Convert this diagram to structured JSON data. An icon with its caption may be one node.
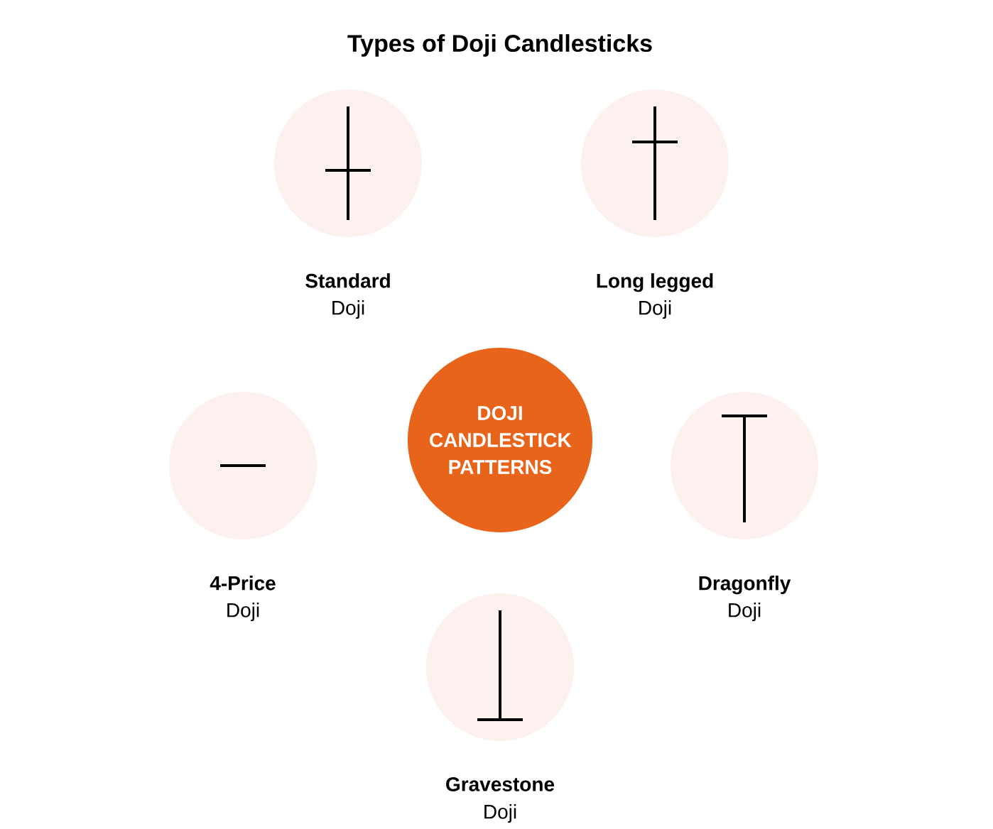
{
  "diagram": {
    "title": "Types of Doji Candlesticks",
    "nodes": [
      {
        "text": [
          "Standard",
          "Doji"
        ]
      },
      {
        "text": [
          "Long legged",
          "Doji"
        ]
      },
      {
        "text": [
          "DOJI CANDLESTICK PATTERNS"
        ]
      },
      {
        "text": [
          "4-Price",
          "Doji"
        ]
      },
      {
        "text": [
          "Dragonfly",
          "Doji"
        ]
      },
      {
        "text": [
          "Gravestone",
          "Doji"
        ]
      }
    ]
  }
}
